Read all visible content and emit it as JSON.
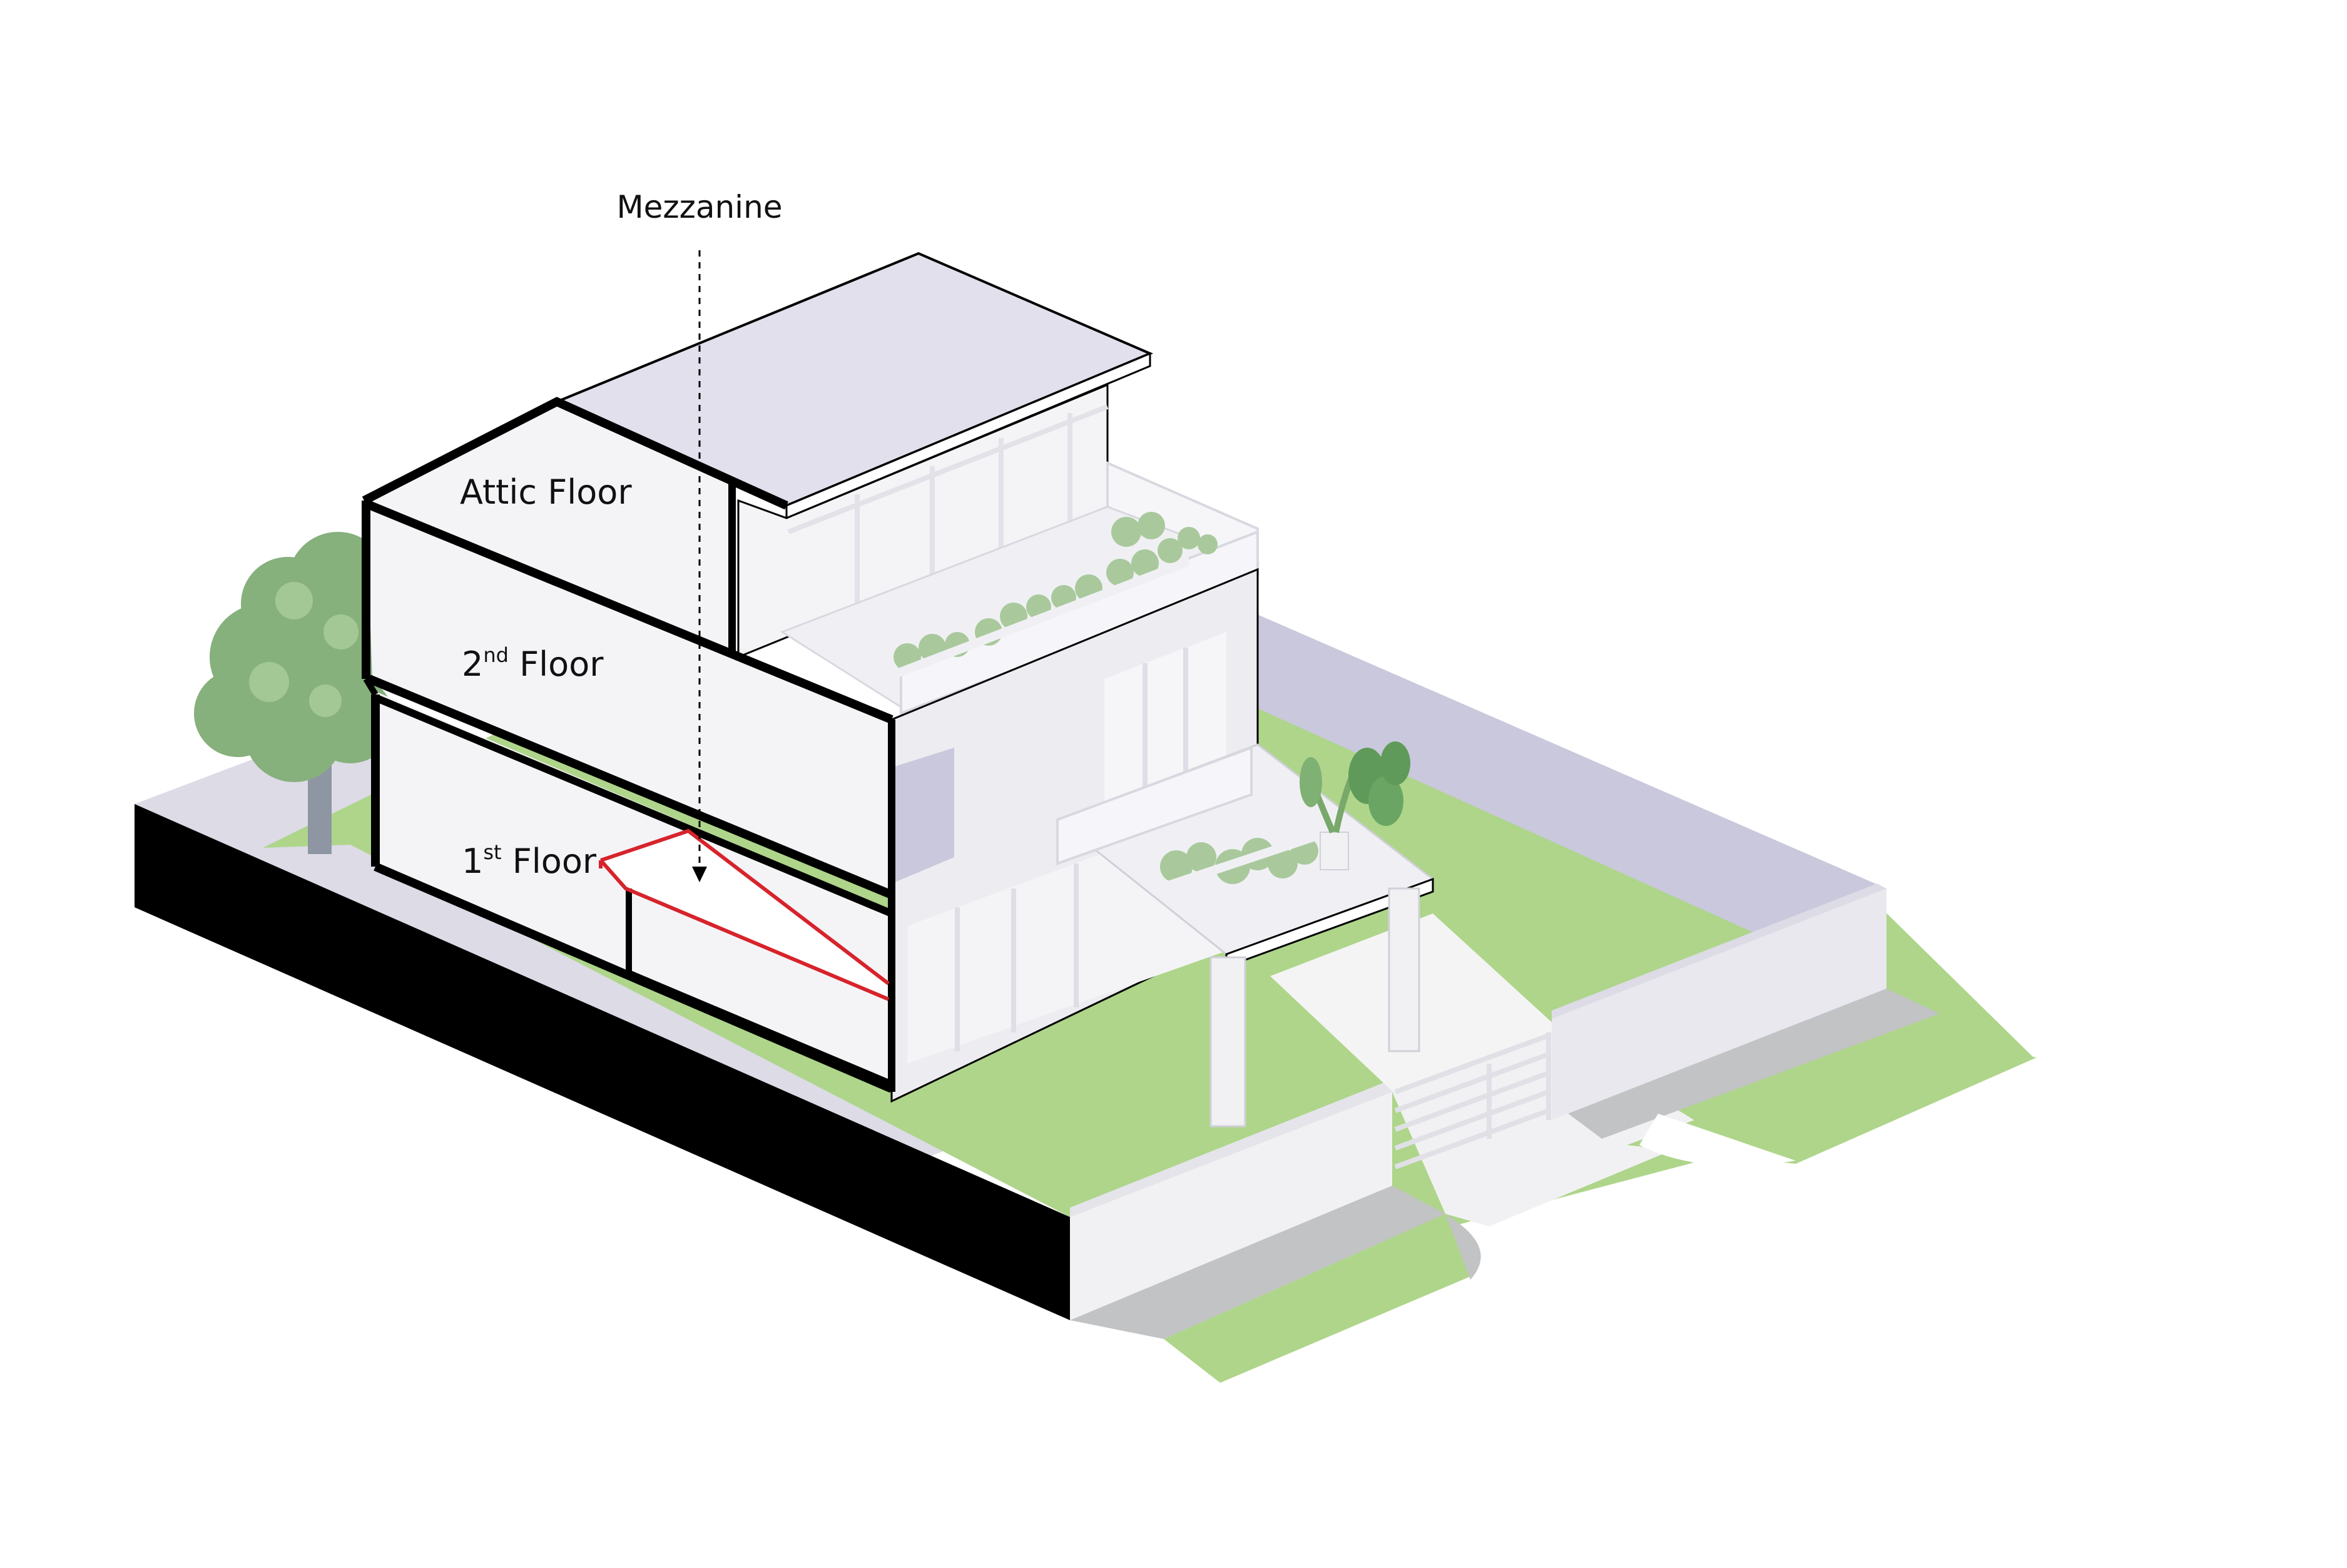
{
  "labels": {
    "mezzanine": "Mezzanine",
    "attic": "Attic Floor",
    "second_num": "2",
    "second_sup": "nd",
    "second_word": " Floor",
    "first_num": "1",
    "first_sup": "st",
    "first_word": " Floor"
  },
  "colors": {
    "outline": "#000000",
    "mezzanine_outline": "#d7232b",
    "grass": "#aed58a",
    "wall_lavender": "#c9c8dc",
    "roof": "#e1e0ec",
    "interior": "#f4f4f7",
    "facade": "#ececf1",
    "paving": "#f4f4f4",
    "shadow_gray": "#c2c3c4",
    "tree_green": "#86b07c",
    "tree_trunk": "#8e96a4"
  }
}
